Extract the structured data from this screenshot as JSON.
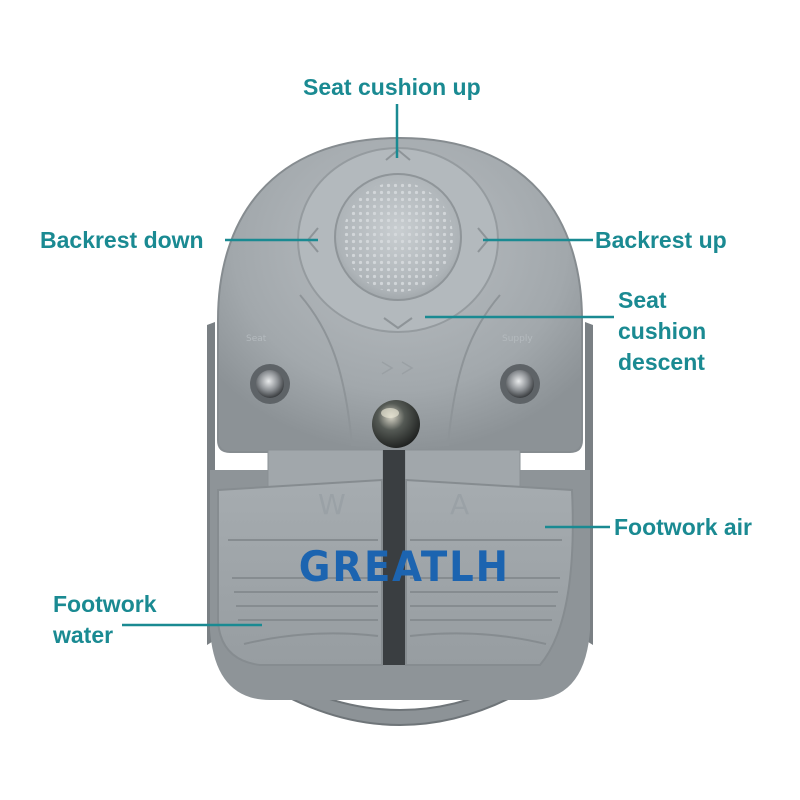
{
  "product": {
    "brand": "GREATLH",
    "pedal_left_letter": "W",
    "pedal_right_letter": "A",
    "left_button_text": "Seat",
    "right_button_text": "Supply"
  },
  "callouts": {
    "seat_cushion_up": "Seat cushion up",
    "backrest_down": "Backrest down",
    "backrest_up": "Backrest up",
    "seat_cushion_descent": [
      "Seat",
      "cushion",
      "descent"
    ],
    "footwork_air": "Footwork air",
    "footwork_water": [
      "Footwork",
      "water"
    ]
  },
  "colors": {
    "label": "#1a8a92",
    "brand": "#1c64b0",
    "body": "#a3a9ad"
  }
}
